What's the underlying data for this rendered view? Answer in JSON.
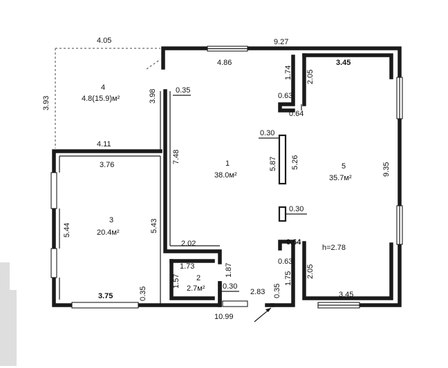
{
  "rooms": [
    {
      "number": "1",
      "area": "38.0м²"
    },
    {
      "number": "2",
      "area": "2.7м²"
    },
    {
      "number": "3",
      "area": "20.4м²"
    },
    {
      "number": "4",
      "area": "4.8(15.9)м²"
    },
    {
      "number": "5",
      "area": "35.7м²"
    }
  ],
  "ceiling_height": "h=2.78",
  "dims": {
    "top_left": "4.05",
    "top_right": "9.27",
    "top_window": "4.86",
    "left_outer": "3.93",
    "diag": "3.98",
    "wall_035_top": "0.35",
    "wall_411": "4.11",
    "wall_376": "3.76",
    "wall_748": "7.48",
    "wall_544": "5.44",
    "wall_543": "5.43",
    "wall_375": "3.75",
    "wall_035_bl": "0.35",
    "wall_202": "2.02",
    "wall_173": "1.73",
    "wall_157": "1.57",
    "wall_187": "1.87",
    "wall_030_b": "0.30",
    "wall_283": "2.83",
    "wall_1099": "10.99",
    "wall_035_br": "0.35",
    "wall_174": "1.74",
    "wall_063_t": "0.63",
    "wall_064_t": "0.64",
    "wall_205_t": "2.05",
    "wall_345_t": "3.45",
    "wall_030_p1": "0.30",
    "wall_587": "5.87",
    "wall_526": "5.26",
    "wall_935": "9.35",
    "wall_030_p2": "0.30",
    "wall_064_b": "0.64",
    "wall_063_b": "0.63",
    "wall_175": "1.75",
    "wall_205_b": "2.05",
    "wall_345_b": "3.45"
  }
}
